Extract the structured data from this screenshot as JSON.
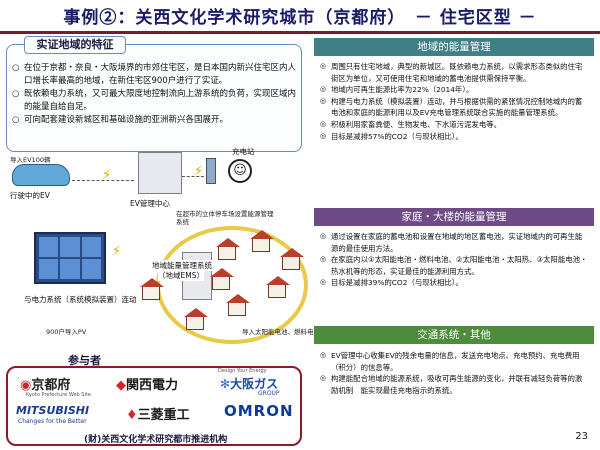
{
  "title": "事例②：关西文化学术研究城市（京都府）　－ 住宅区型 －",
  "feature_section": {
    "heading": "实证地域的特征",
    "items": [
      "在位于京都・奈良・大阪境界的市郊住宅区，是日本国内新兴住宅区内人口增长率最高的地域，在新住宅区900户进行了实证。",
      "既依赖电力系统，又可最大限度地控制流向上游系统的负荷，实现区域内的能量自给自足。",
      "可向配套建设新城区和基础设施的亚洲新兴各国展开。"
    ]
  },
  "diagram": {
    "ev_import": "导入EV100辆",
    "ev_label": "行驶中的EV",
    "ev_center": "EV管理中心",
    "charging_station": "充电站",
    "charger_note": "在超市的立体停车场设置能源管理系统",
    "cems": "地域能量管理系统",
    "cems_abbr": "（地域EMS）",
    "grid_link": "与电力系统（系统模拟装置）连动",
    "houses_import": "900户导入PV",
    "house_note": "导入太阳能电池、燃料电池"
  },
  "participants": {
    "heading": "参与者",
    "logos": [
      {
        "name": "京都府",
        "sub": "Kyoto Prefecture Web Site"
      },
      {
        "name": "関西電力"
      },
      {
        "name": "大阪ガス",
        "sub": "GROUP"
      },
      {
        "name": "MITSUBISHI",
        "sub": "Changes for the Better"
      },
      {
        "name": "三菱重工"
      },
      {
        "name": "OMRON",
        "sub": "Design Your Energy"
      }
    ],
    "org_line": "(财)关西文化学术研究都市推进机构"
  },
  "panels": [
    {
      "heading": "地域的能量管理",
      "color": "#3f7f86",
      "items": [
        "周围只有住宅地域，典型的新城区。既依赖电力系统，以需求形态类似的住宅街区为单位，又可使用住宅和地域的蓄电池提供需保持平衡。",
        "地域内可再生能源比率为22%（2014年）。",
        "构建与电力系统（模拟装置）连动，并与根据供需的紧张情况控制地域内的蓄电池和家庭的能源利用以及EV充电管理系统联合实施的能量管理系统。",
        "积极利用家畜粪便、生物发电、下水道污泥发电等。",
        "目标是减排57%的CO2（与现状相比）。"
      ]
    },
    {
      "heading": "家庭・大楼的能量管理",
      "color": "#6e4a86",
      "items": [
        "通过设置在家庭的蓄电池和设置在地域的地区蓄电池，实证地域内的可再生能源的最佳使用方法。",
        "在家庭内以①太阳能电池・燃料电池、②太阳能电池・太阳热、③太阳能电池・热水机等的形态，实证最佳的能源利用方式。",
        "目标是减排39%的CO2（与现状相比）。"
      ]
    },
    {
      "heading": "交通系统・其他",
      "color": "#4d8c3a",
      "items": [
        "EV管理中心收集EV的残余电量的信息，发送充电地点、充电预约、充电费用（积分）的信息等。",
        "构建能配合地域的能源系统，吸收可再生能源的变化，并联有减轻负荷等的激励机制　能实现最佳充电指示的系统。"
      ]
    }
  ],
  "page_number": "23"
}
